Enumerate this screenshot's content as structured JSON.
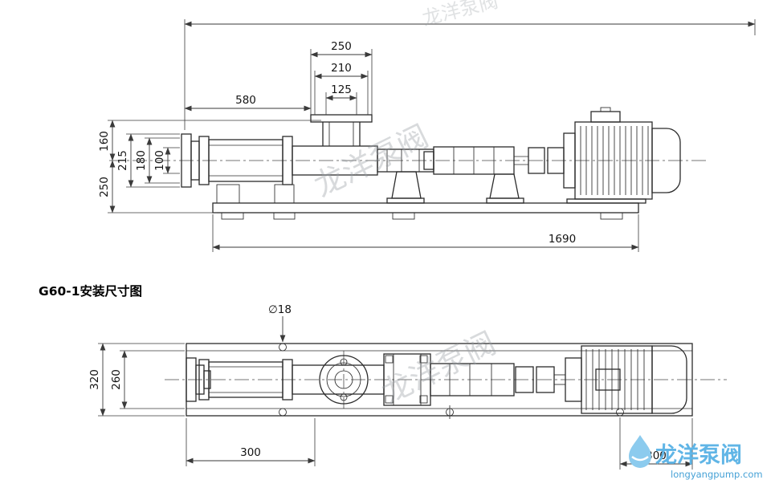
{
  "title": "G60-1安装尺寸图",
  "side_view": {
    "dims": {
      "port_flange_width": "250",
      "port_bolt_circle": "210",
      "port_bore": "125",
      "inlet_to_port": "580",
      "center_to_port_flange": "160",
      "inlet_flange_od": "215",
      "inlet_bolt_circle": "180",
      "inlet_bore": "100",
      "center_to_base": "250",
      "base_length": "1690"
    }
  },
  "plan_view": {
    "dims": {
      "anchor_hole": "∅18",
      "base_width": "320",
      "rail_width": "260",
      "left_span": "300",
      "right_span": "300"
    }
  },
  "watermark": {
    "diagonal": "龙洋泵阀",
    "brand": "龙洋泵阀",
    "site": "longyangpump.com"
  }
}
